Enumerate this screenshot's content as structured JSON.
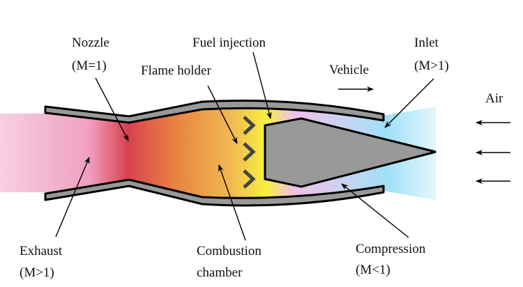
{
  "title": "Ramjet diagram",
  "labels": {
    "nozzle": [
      "Nozzle",
      "(M=1)"
    ],
    "fuel_injection": [
      "Fuel injection"
    ],
    "flame_holder": [
      "Flame holder"
    ],
    "vehicle": [
      "Vehicle"
    ],
    "inlet": [
      "Inlet",
      "(M>1)"
    ],
    "air": [
      "Air"
    ],
    "exhaust": [
      "Exhaust",
      "(M>1)"
    ],
    "combustion": [
      "Combustion",
      "chamber"
    ],
    "compression": [
      "Compression",
      "(M<1)"
    ]
  },
  "colors": {
    "exhaust_light": "#f7d0e0",
    "exhaust_pink": "#f0a0c0",
    "throat_red": "#d84050",
    "combustion_orange": "#e88040",
    "combustion_amber": "#f0b850",
    "flame_yellow": "#f8f040",
    "compression_pink": "#f0c0e8",
    "compression_lavender": "#d0d0f0",
    "inlet_blue": "#a0e0f8",
    "inlet_light": "#e8f8fc",
    "wall_gray": "#999999",
    "cone_gray": "#999999",
    "flame_holder_dark": "#444444",
    "outline": "#000000"
  }
}
